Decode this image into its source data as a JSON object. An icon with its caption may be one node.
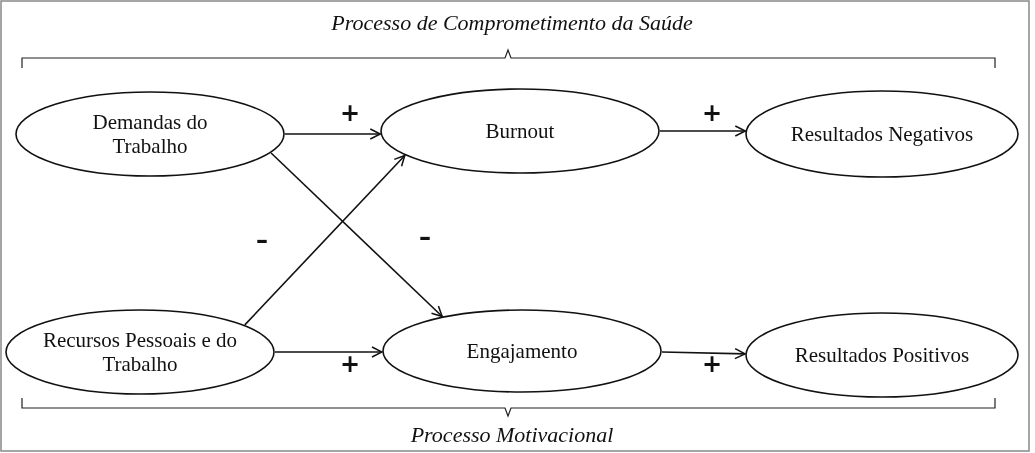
{
  "diagram": {
    "title": "Processo de Comprometimento da Saúde",
    "nodes": [
      {
        "text": [
          "Demandas do Trabalho"
        ]
      },
      {
        "text": [
          "Burnout"
        ]
      },
      {
        "text": [
          "Resultados Negativos"
        ]
      },
      {
        "text": [
          "Recursos Pessoais e do Trabalho"
        ]
      },
      {
        "text": [
          "Engajamento"
        ]
      },
      {
        "text": [
          "Resultados Positivos"
        ]
      }
    ],
    "edges": [
      {
        "from": 0,
        "to": 1,
        "arrow": "to",
        "label": "+"
      },
      {
        "from": 1,
        "to": 2,
        "arrow": "to",
        "label": "+"
      },
      {
        "from": 0,
        "to": 4,
        "arrow": "to",
        "label": "–"
      },
      {
        "from": 3,
        "to": 1,
        "arrow": "to",
        "label": "–"
      },
      {
        "from": 3,
        "to": 4,
        "arrow": "to",
        "label": "+"
      },
      {
        "from": 4,
        "to": 5,
        "arrow": "to",
        "label": "+"
      }
    ],
    "labels": [
      "Processo Motivacional"
    ]
  }
}
